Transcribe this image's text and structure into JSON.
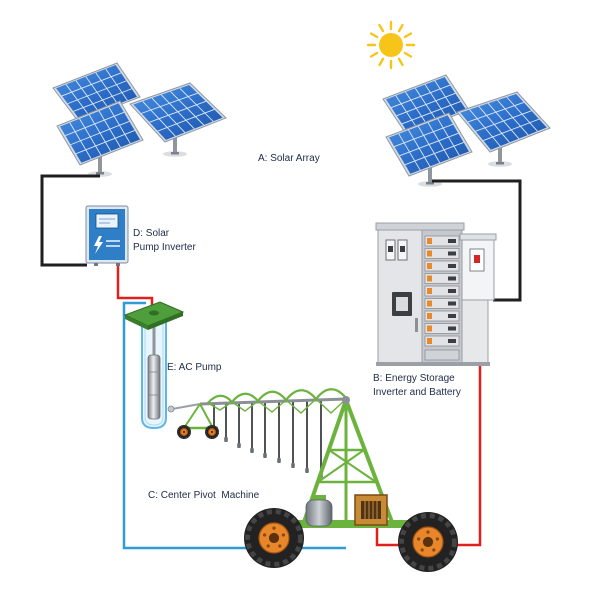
{
  "labels": {
    "solar_array": "A: Solar Array",
    "solar_pump_inverter": [
      "D: Solar",
      "Pump Inverter"
    ],
    "ac_pump": "E: AC Pump",
    "energy_storage": [
      "B: Energy Storage",
      "Inverter and Battery"
    ],
    "center_pivot": "C: Center Pivot  Machine"
  },
  "icons": {
    "sun": "sun-icon",
    "solar_panel": "solar-panel-icon",
    "inverter": "inverter-icon",
    "pump": "pump-icon",
    "storage_cabinet": "battery-cabinet-icon",
    "center_pivot": "center-pivot-icon"
  },
  "colors": {
    "label_text": "#1d2b48",
    "dc_cable": "#1f1f1f",
    "power_wire": "#e0201c",
    "water_pipe": "#2f9bd7",
    "pivot_frame": "#6cb33e",
    "wheel_hub": "#e8862a",
    "sun": "#f7c51a",
    "panel_blue": "#2d6ec9"
  }
}
